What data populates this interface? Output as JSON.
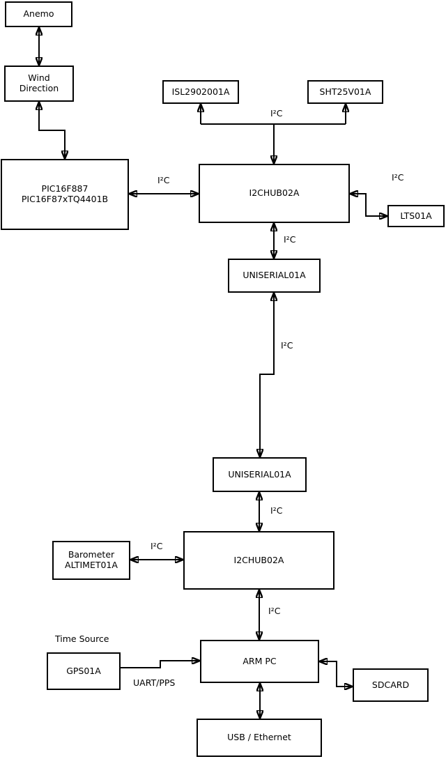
{
  "diagram_type": "block-diagram",
  "colors": {
    "background": "#ffffff",
    "box_border": "#000000",
    "box_fill": "#ffffff",
    "line": "#000000",
    "text": "#000000"
  },
  "nodes": {
    "anemo": {
      "label": "Anemo"
    },
    "wind_direction": {
      "line1": "Wind",
      "line2": "Direction"
    },
    "pic": {
      "line1": "PIC16F887",
      "line2": "PIC16F87xTQ4401B"
    },
    "isl": {
      "label": "ISL2902001A"
    },
    "sht": {
      "label": "SHT25V01A"
    },
    "i2chub_upper": {
      "label": "I2CHUB02A"
    },
    "lts": {
      "label": "LTS01A"
    },
    "uniserial_upper": {
      "label": "UNISERIAL01A"
    },
    "uniserial_lower": {
      "label": "UNISERIAL01A"
    },
    "i2chub_lower": {
      "label": "I2CHUB02A"
    },
    "barometer": {
      "line1": "Barometer",
      "line2": "ALTIMET01A"
    },
    "gps": {
      "label": "GPS01A"
    },
    "arm_pc": {
      "label": "ARM PC"
    },
    "sdcard": {
      "label": "SDCARD"
    },
    "usb_ethernet": {
      "label": "USB / Ethernet"
    }
  },
  "edge_labels": {
    "i2c_sensors": "I²C",
    "i2c_pic_hub": "I²C",
    "i2c_hub_lts": "I²C",
    "i2c_hub_uniserial": "I²C",
    "i2c_uniserial_link": "I²C",
    "i2c_uniserial_hub2": "I²C",
    "i2c_barometer_hub2": "I²C",
    "i2c_hub2_armpc": "I²C",
    "time_source": "Time Source",
    "uart_pps": "UART/PPS"
  }
}
